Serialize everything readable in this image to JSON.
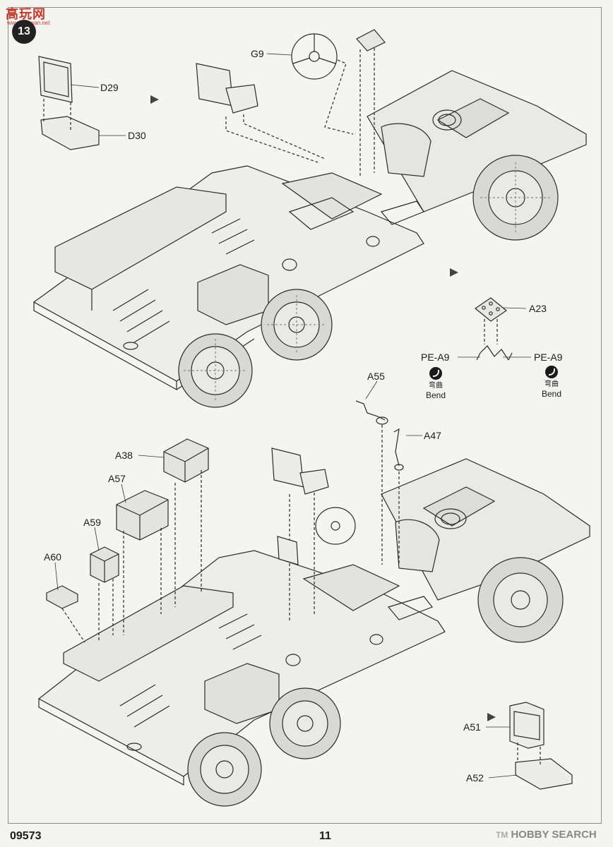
{
  "step_number": "13",
  "watermark_top_left": "高玩网",
  "watermark_top_left_sub": "www.gaowan.net",
  "labels": {
    "g9": "G9",
    "d29": "D29",
    "d30": "D30",
    "a23": "A23",
    "pe_a9_left": "PE-A9",
    "pe_a9_right": "PE-A9",
    "a55": "A55",
    "a47": "A47",
    "a38": "A38",
    "a57": "A57",
    "a59": "A59",
    "a60": "A60",
    "a51": "A51",
    "a52": "A52"
  },
  "bend_left": {
    "cn": "弯曲",
    "en": "Bend"
  },
  "bend_right": {
    "cn": "弯曲",
    "en": "Bend"
  },
  "footer": {
    "product_code": "09573",
    "page_number": "11",
    "brand_mark": "TM",
    "brand": "HOBBY SEARCH"
  }
}
